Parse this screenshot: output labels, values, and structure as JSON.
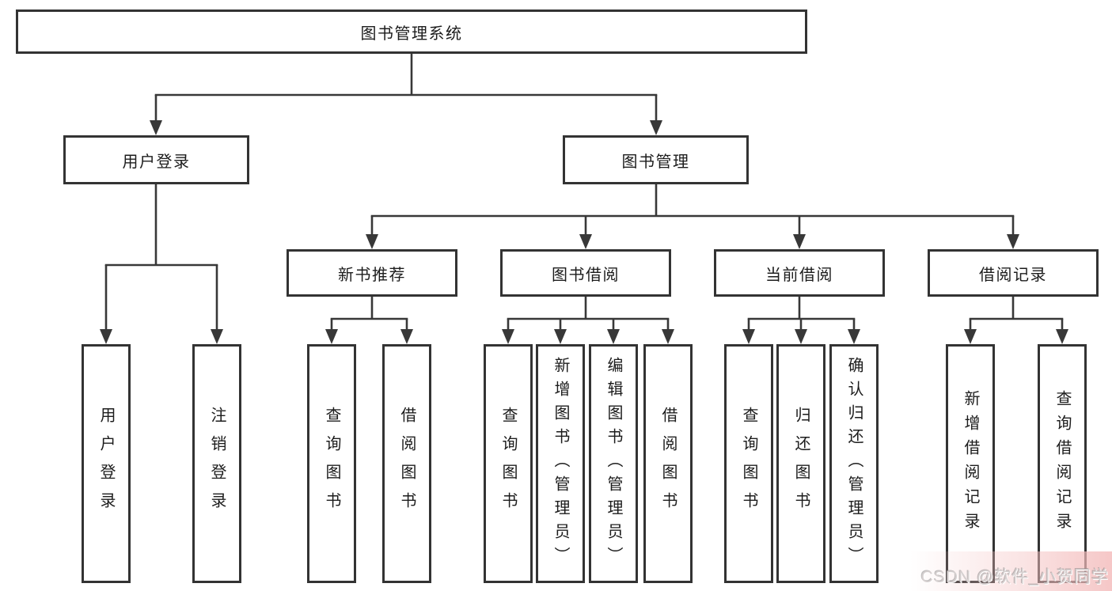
{
  "diagram": {
    "root": {
      "label": "图书管理系统"
    },
    "level2": [
      {
        "label": "用户登录"
      },
      {
        "label": "图书管理"
      }
    ],
    "level3": [
      {
        "label": "新书推荐"
      },
      {
        "label": "图书借阅"
      },
      {
        "label": "当前借阅"
      },
      {
        "label": "借阅记录"
      }
    ],
    "leaves": {
      "user": [
        {
          "label": "用户登录"
        },
        {
          "label": "注销登录"
        }
      ],
      "recommend": [
        {
          "label": "查询图书"
        },
        {
          "label": "借阅图书"
        }
      ],
      "borrow": [
        {
          "label": "查询图书"
        },
        {
          "label": "新增图书（管理员）"
        },
        {
          "label": "编辑图书（管理员）"
        },
        {
          "label": "借阅图书"
        }
      ],
      "current": [
        {
          "label": "查询图书"
        },
        {
          "label": "归还图书"
        },
        {
          "label": "确认归还（管理员）"
        }
      ],
      "records": [
        {
          "label": "新增借阅记录"
        },
        {
          "label": "查询借阅记录"
        }
      ]
    },
    "colors": {
      "line": "#383838",
      "border": "#333333",
      "fill": "#ffffff",
      "text": "#1c1c1c"
    }
  },
  "watermark": {
    "text": "CSDN @软件_小贺同学",
    "tint": "#f3b9b9"
  }
}
